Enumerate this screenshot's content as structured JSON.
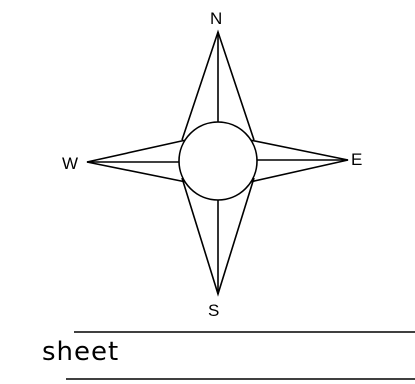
{
  "compass": {
    "north_label": "N",
    "east_label": "E",
    "south_label": "S",
    "west_label": "W",
    "line_color": "#000000",
    "background_color": "#ffffff"
  },
  "sheet": {
    "label": "sheet"
  }
}
